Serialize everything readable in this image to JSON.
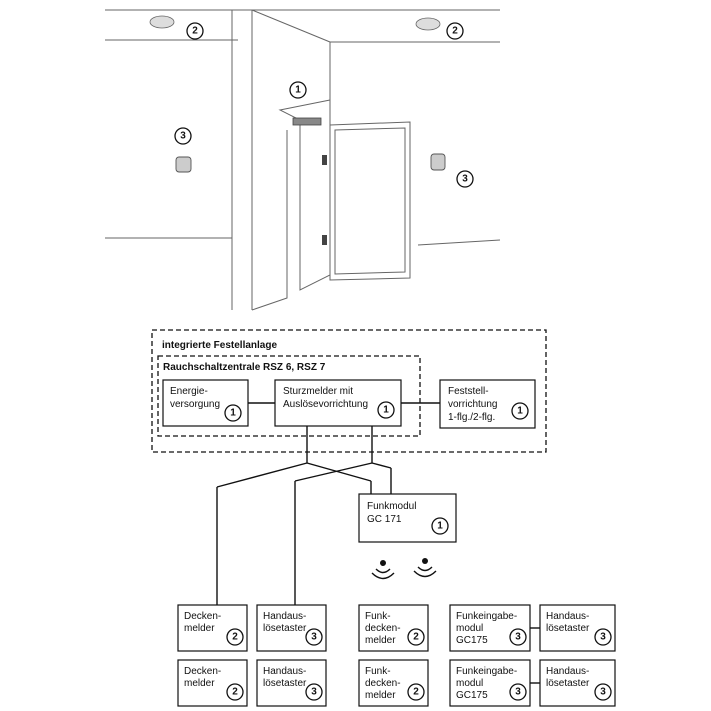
{
  "markers": {
    "n1": "1",
    "n2": "2",
    "n3": "3"
  },
  "integrated_system": {
    "title": "integrierte Festellanlage"
  },
  "central_unit": {
    "title": "Rauchschaltzentrale RSZ 6, RSZ 7"
  },
  "boxes": {
    "energy": {
      "line1": "Energie-",
      "line2": "versorgung",
      "num": "1"
    },
    "smoke_detector": {
      "line1": "Sturzmelder mit",
      "line2": "Auslösevorrichtung",
      "num": "1"
    },
    "hold_open": {
      "line1": "Feststell-",
      "line2": "vorrichtung",
      "line3": "1-flg./2-flg.",
      "num": "1"
    },
    "radio_module": {
      "line1": "Funkmodul",
      "line2": "GC 171",
      "num": "1"
    }
  },
  "devices_row1": [
    {
      "line1": "Decken-",
      "line2": "melder",
      "num": "2"
    },
    {
      "line1": "Handaus-",
      "line2": "lösetaster",
      "num": "3"
    },
    {
      "line1": "Funk-",
      "line2": "decken-",
      "line3": "melder",
      "num": "2"
    },
    {
      "line1": "Funkeingabe-",
      "line2": "modul",
      "line3": "GC175",
      "num": "3"
    },
    {
      "line1": "Handaus-",
      "line2": "lösetaster",
      "num": "3"
    }
  ],
  "devices_row2": [
    {
      "line1": "Decken-",
      "line2": "melder",
      "num": "2"
    },
    {
      "line1": "Handaus-",
      "line2": "lösetaster",
      "num": "3"
    },
    {
      "line1": "Funk-",
      "line2": "decken-",
      "line3": "melder",
      "num": "2"
    },
    {
      "line1": "Funkeingabe-",
      "line2": "modul",
      "line3": "GC175",
      "num": "3"
    },
    {
      "line1": "Handaus-",
      "line2": "lösetaster",
      "num": "3"
    }
  ]
}
